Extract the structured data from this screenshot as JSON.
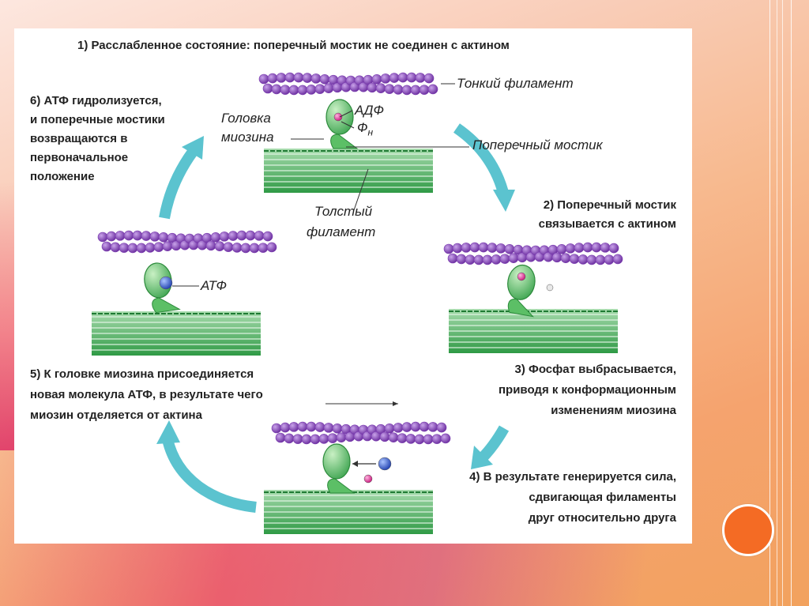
{
  "steps": {
    "s1": "1) Расслабленное состояние: поперечный мостик не соединен с актином",
    "s2_l1": "2) Поперечный мостик",
    "s2_l2": "связывается с актином",
    "s3_l1": "3) Фосфат выбрасывается,",
    "s3_l2": "приводя к конформационным",
    "s3_l3": "изменениям миозина",
    "s4_l1": "4) В результате генерируется сила,",
    "s4_l2": "сдвигающая филаменты",
    "s4_l3": "друг относительно друга",
    "s5_l1": "5) К головке миозина присоединяется",
    "s5_l2": "новая молекула АТФ, в результате чего",
    "s5_l3": "миозин отделяется от актина",
    "s6_l1": "6) АТФ гидролизуется,",
    "s6_l2": "и поперечные мостики",
    "s6_l3": "возвращаются в",
    "s6_l4": "первоначальное",
    "s6_l5": "положение"
  },
  "labels": {
    "thin": "Тонкий филамент",
    "head_l1": "Головка",
    "head_l2": "миозина",
    "adp": "АДФ",
    "pi": "Ф",
    "pi_sub": "н",
    "bridge": "Поперечный мостик",
    "thick_l1": "Толстый",
    "thick_l2": "филамент",
    "atp": "АТФ"
  },
  "colors": {
    "actin": "#7a3bb0",
    "myosin": "#2fa84a",
    "arrow": "#5bc3cf",
    "atp": "#2f5fd0",
    "phosphate": "#e0409a",
    "accent_dot": "#f46b24"
  }
}
